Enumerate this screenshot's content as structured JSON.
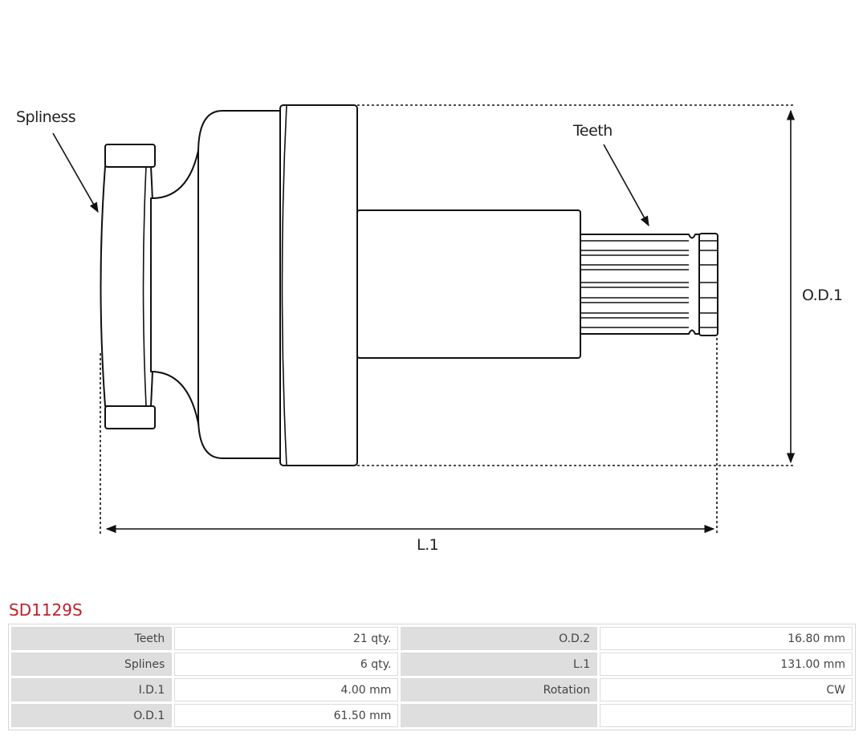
{
  "diagram": {
    "labels": {
      "spliness": "Spliness",
      "teeth": "Teeth",
      "od1": "O.D.1",
      "l1": "L.1"
    }
  },
  "part_number": "SD1129S",
  "part_number_color": "#c0202a",
  "specs": {
    "rows": [
      {
        "k1": "Teeth",
        "v1": "21 qty.",
        "k2": "O.D.2",
        "v2": "16.80 mm"
      },
      {
        "k1": "Splines",
        "v1": "6 qty.",
        "k2": "L.1",
        "v2": "131.00 mm"
      },
      {
        "k1": "I.D.1",
        "v1": "4.00 mm",
        "k2": "Rotation",
        "v2": "CW"
      },
      {
        "k1": "O.D.1",
        "v1": "61.50 mm",
        "k2": "",
        "v2": ""
      }
    ]
  }
}
